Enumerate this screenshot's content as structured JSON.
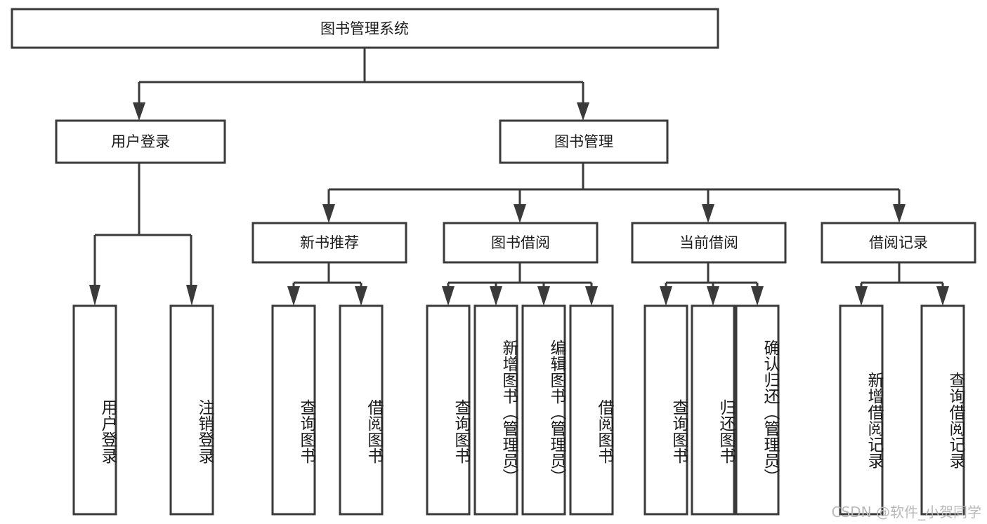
{
  "diagram": {
    "title": "图书管理系统",
    "type": "tree-hierarchy",
    "colors": {
      "background": "#ffffff",
      "box_fill": "#ffffff",
      "stroke": "#3a3a3a",
      "text": "#1a1a1a",
      "watermark": "#b9b9b9"
    },
    "root": {
      "label": "图书管理系统"
    },
    "level2": [
      {
        "label": "用户登录"
      },
      {
        "label": "图书管理"
      }
    ],
    "level3": [
      {
        "label": "新书推荐"
      },
      {
        "label": "图书借阅"
      },
      {
        "label": "当前借阅"
      },
      {
        "label": "借阅记录"
      }
    ],
    "leaves": {
      "user_login": [
        {
          "label": "用户登录"
        },
        {
          "label": "注销登录"
        }
      ],
      "new_book_recommend": [
        {
          "label": "查询图书"
        },
        {
          "label": "借阅图书"
        }
      ],
      "book_borrow": [
        {
          "label": "查询图书"
        },
        {
          "label": "新增图书（管理员）"
        },
        {
          "label": "编辑图书（管理员）"
        },
        {
          "label": "借阅图书"
        }
      ],
      "current_borrow": [
        {
          "label": "查询图书"
        },
        {
          "label": "归还图书"
        },
        {
          "label": "确认归还（管理员）"
        }
      ],
      "borrow_record": [
        {
          "label": "新增借阅记录"
        },
        {
          "label": "查询借阅记录"
        }
      ]
    },
    "watermark": "CSDN @软件_小贺同学"
  }
}
